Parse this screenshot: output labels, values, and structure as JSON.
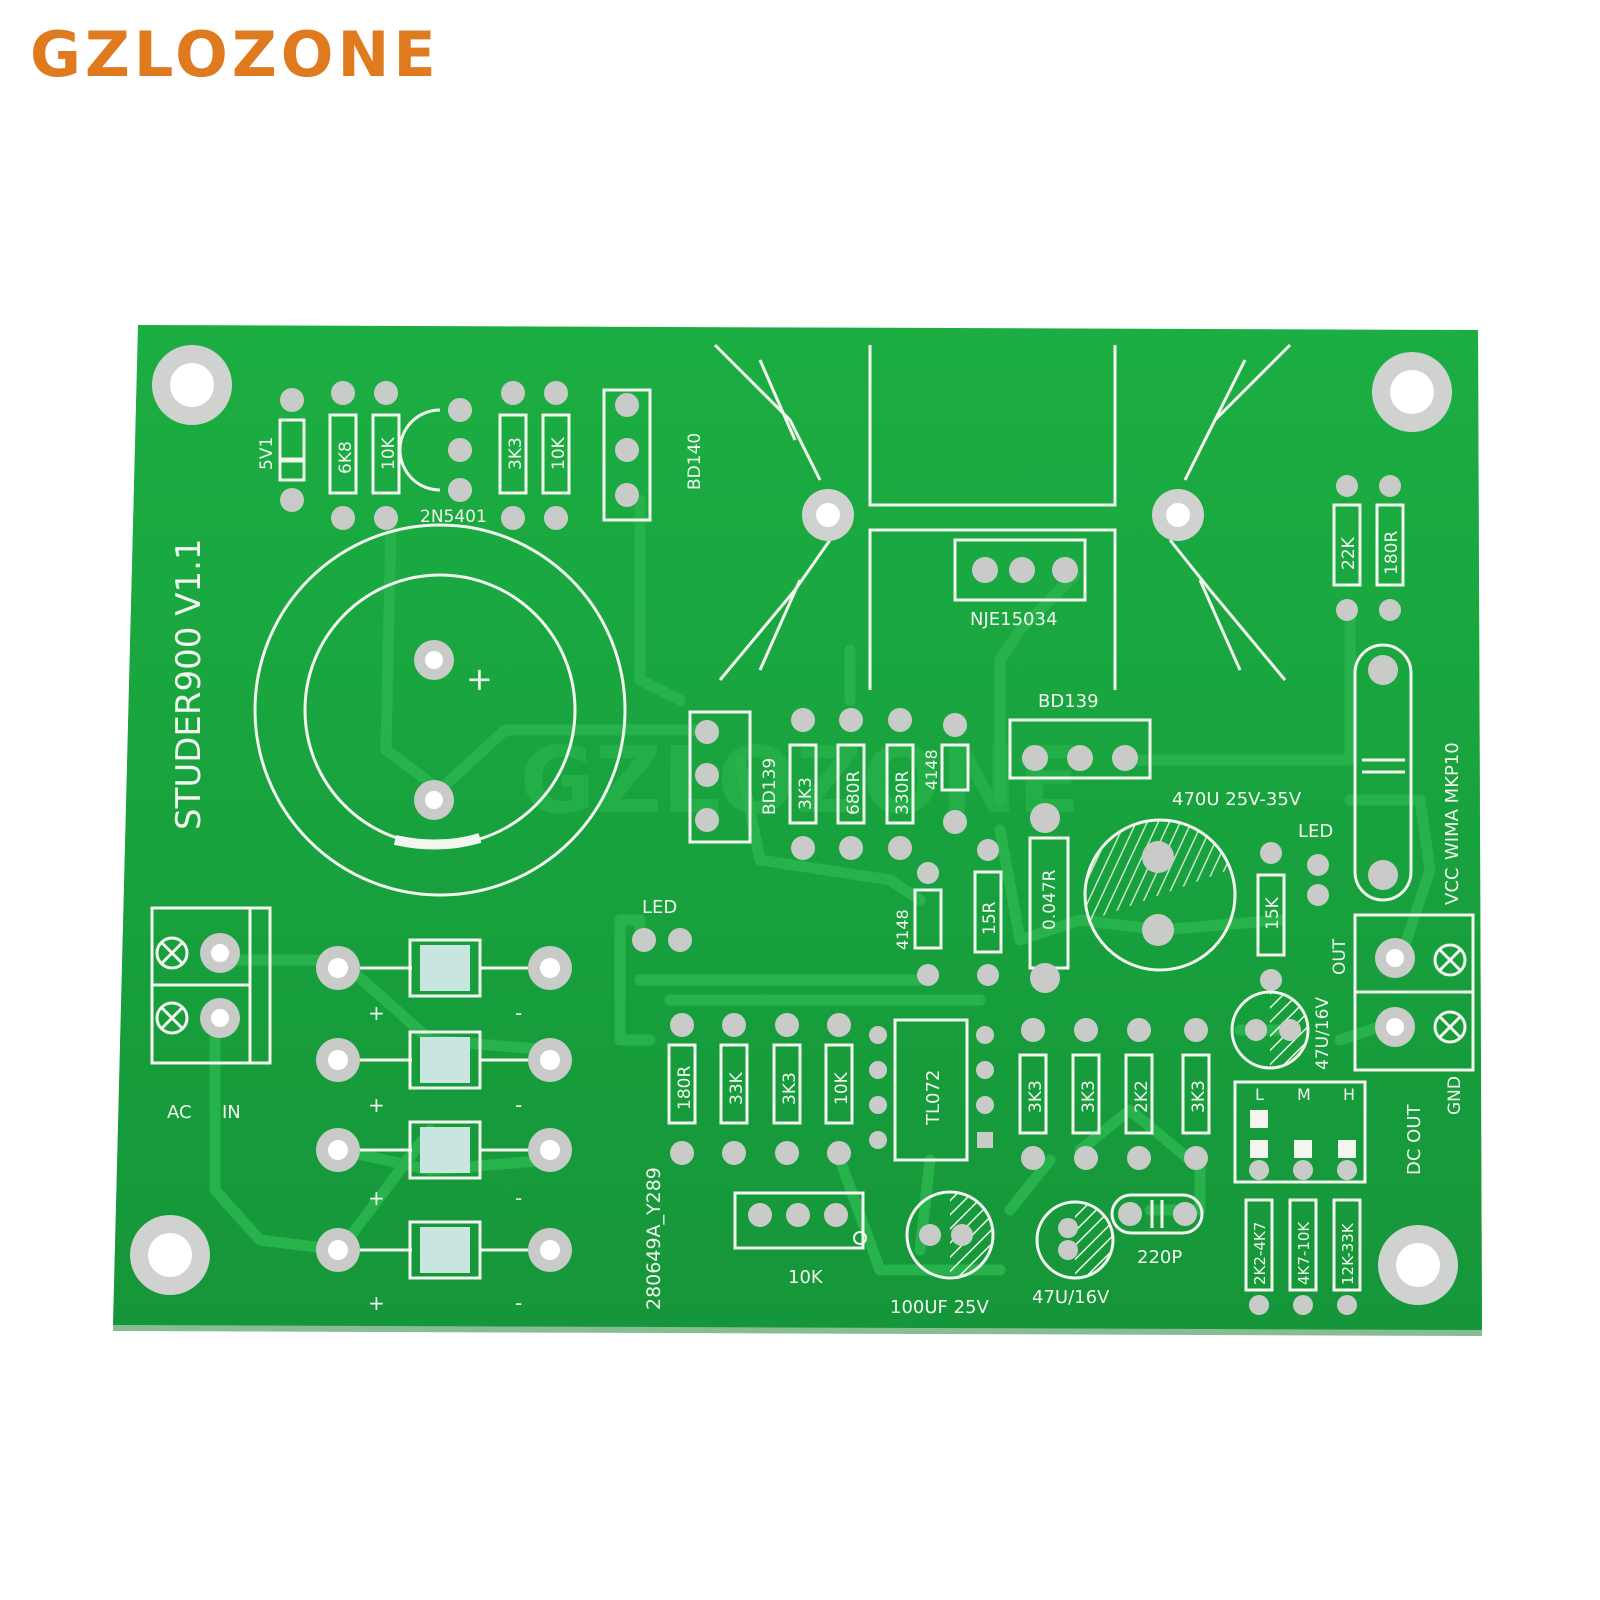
{
  "brand": {
    "name": "GZLOZONE",
    "color": "#e07a1f"
  },
  "colors": {
    "board": "#1aa23c",
    "trace": "#22b04a",
    "silk": "#f2f6ef",
    "pad": "#c9cbc8"
  },
  "board": {
    "title": "STUDER900 V1.1",
    "code": "280649A_Y289",
    "watermark": "GZLOZONE",
    "labels": {
      "zener": "5V1",
      "r_6k8": "6K8",
      "r_10k_a": "10K",
      "r_3k3_a": "3K3",
      "r_10k_b": "10K",
      "q_2n5401": "2N5401",
      "q_bd140": "BD140",
      "q_nje": "NJE15034",
      "q_bd139_top": "BD139",
      "q_bd139_left": "BD139",
      "r_22k": "22K",
      "r_180r_top": "180R",
      "r_3k3_b": "3K3",
      "r_680r": "680R",
      "r_330r": "330R",
      "d_4148_a": "4148",
      "cap_470u": "470U 25V-35V",
      "led_right": "LED",
      "r_15k": "15K",
      "wima": "WIMA MKP10",
      "vcc": "VCC",
      "out": "OUT",
      "gnd": "GND",
      "dc_out": "DC OUT",
      "led_left": "LED",
      "d_4148_b": "4148",
      "r_15r": "15R",
      "r_0047r": "0.047R",
      "cap_47u_a": "47U/16V",
      "r_180r_b": "180R",
      "r_33k": "33K",
      "r_3k3_c": "3K3",
      "r_10k_c": "10K",
      "ic_tl072": "TL072",
      "r_3k3_d": "3K3",
      "r_3k3_e": "3K3",
      "r_2k2": "2K2",
      "r_3k3_f": "3K3",
      "sel_l": "L",
      "sel_m": "M",
      "sel_h": "H",
      "sel_r1": "2K2-4K7",
      "sel_r2": "4K7-10K",
      "sel_r3": "12K-33K",
      "pot_10k": "10K",
      "cap_100uf": "100UF 25V",
      "cap_47u_b": "47U/16V",
      "cap_220p": "220P",
      "ac": "AC",
      "in": "IN",
      "plus": "+",
      "minus": "-"
    }
  }
}
